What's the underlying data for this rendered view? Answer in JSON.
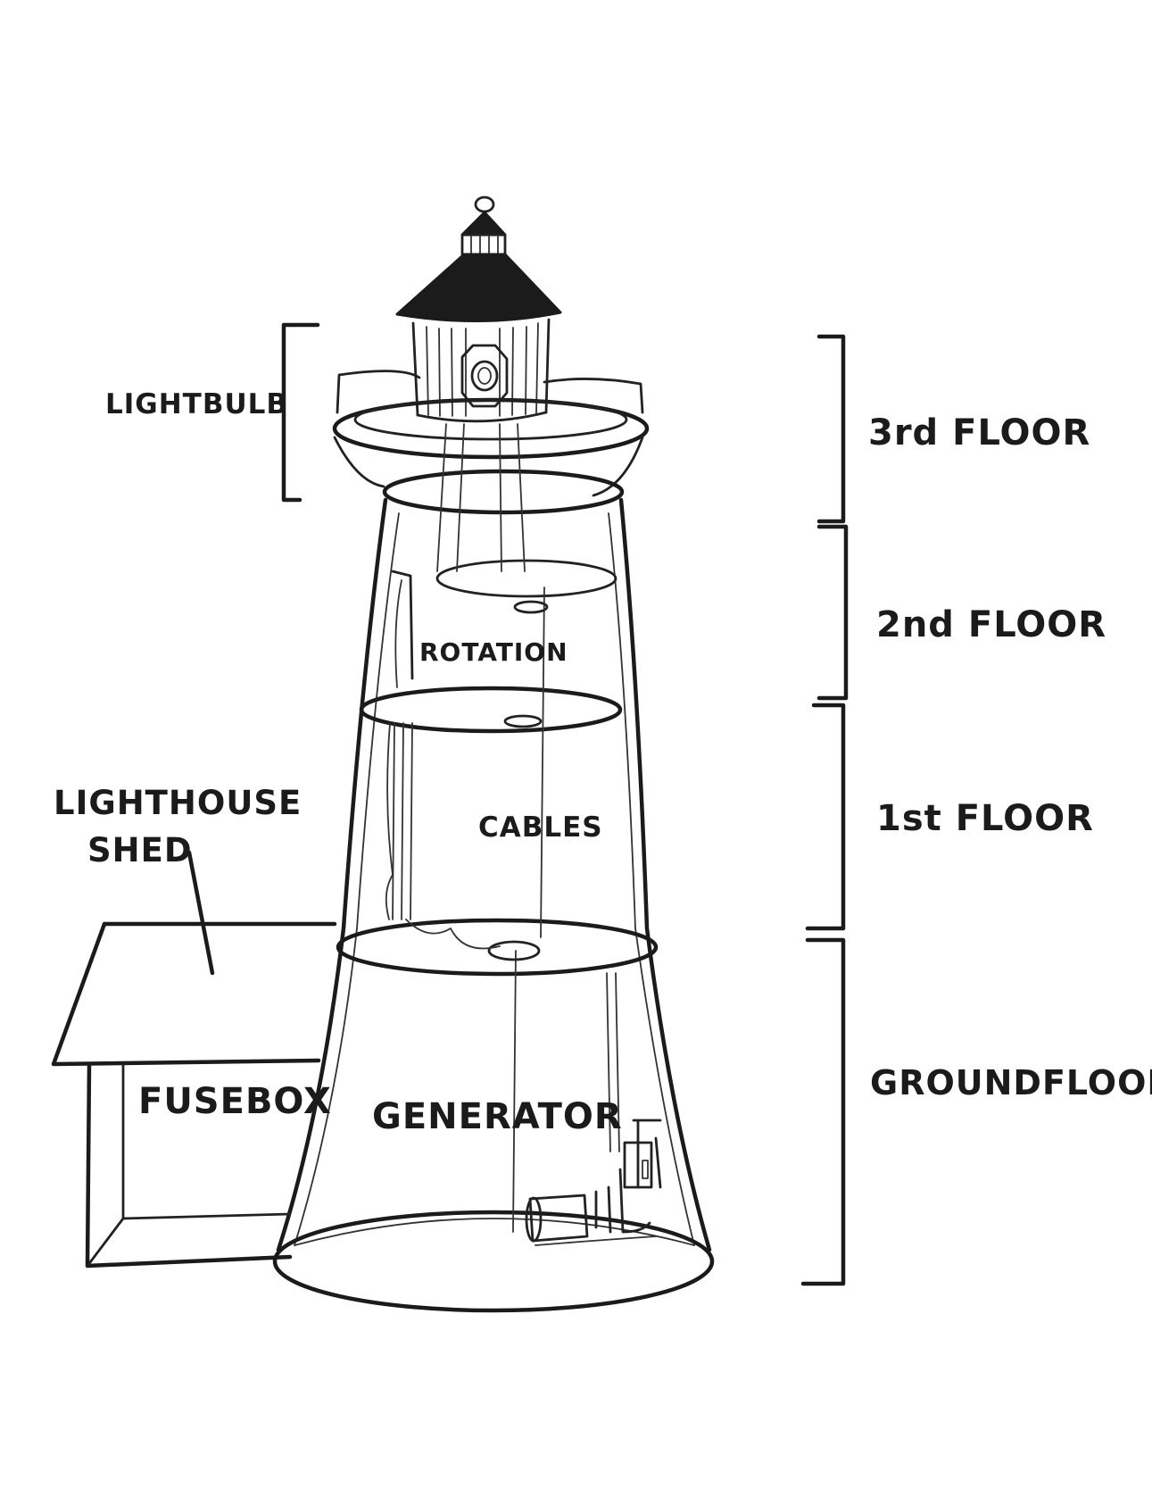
{
  "labels": {
    "lightbulb": "LIGHTBULB",
    "lighthouse": "LIGHTHOUSE",
    "shed": "SHED",
    "fusebox": "FUSEBOX",
    "rotation": "ROTATION",
    "cables": "CABLES",
    "generator": "GENERATOR"
  },
  "floors": {
    "third": "3rd FLOOR",
    "second": "2nd FLOOR",
    "first": "1st FLOOR",
    "ground": "GROUNDFLOOR"
  }
}
